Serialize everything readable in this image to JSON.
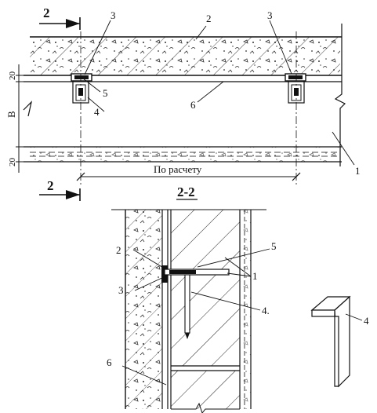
{
  "plan": {
    "section_mark": "2",
    "label_1": "1",
    "label_2": "2",
    "label_3": "3",
    "label_4": "4",
    "label_5": "5",
    "label_6": "6",
    "dim_top": "20",
    "dim_middle": "B",
    "dim_bottom": "20",
    "dim_calc": "По расчету"
  },
  "section": {
    "title": "2-2",
    "label_1": "1",
    "label_2": "2",
    "label_3": "3",
    "label_4": "4.",
    "label_5": "5",
    "label_6": "6"
  },
  "detail": {
    "label_4": "4"
  }
}
